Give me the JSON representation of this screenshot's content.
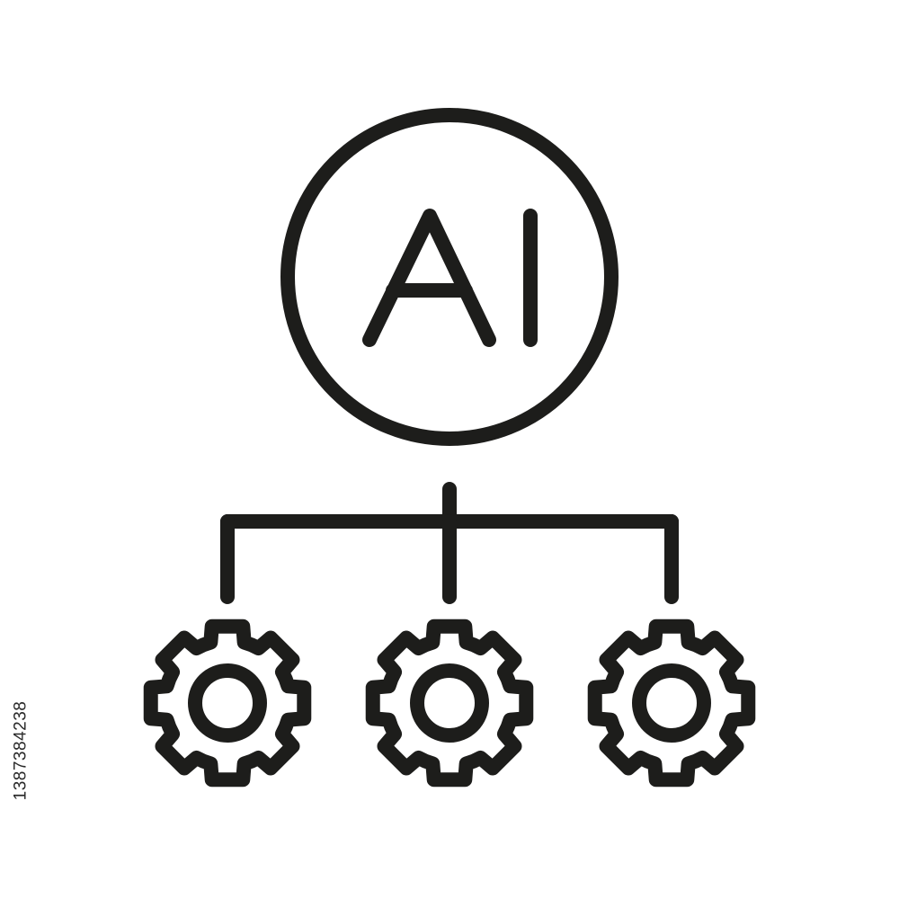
{
  "icon": {
    "label": "AI",
    "central-node": "circle",
    "child-nodes": [
      "gear-icon",
      "gear-icon",
      "gear-icon"
    ],
    "stroke_color": "#1d1d1b",
    "background_color": "#ffffff"
  },
  "watermark": {
    "stock_id": "1387384238"
  }
}
